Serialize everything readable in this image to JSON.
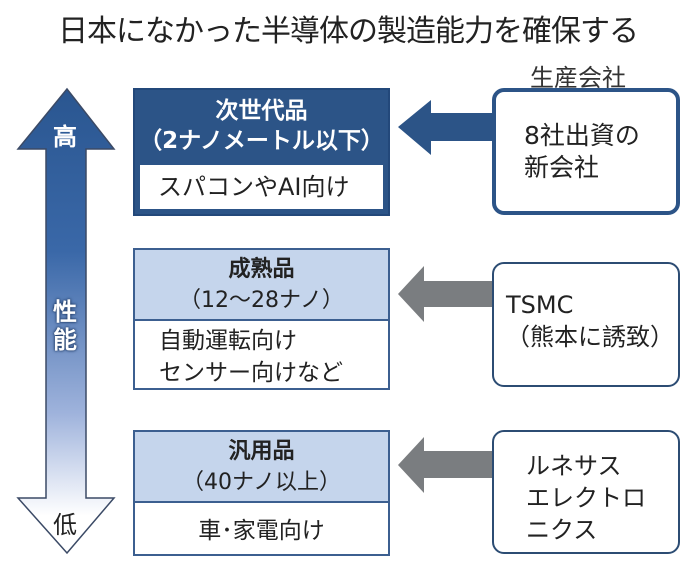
{
  "title": "日本になかった半導体の製造能力を確保する",
  "column_label": "生産会社",
  "performance_axis": {
    "high_label": "高",
    "axis_label": "性能",
    "low_label": "低"
  },
  "tiers": [
    {
      "name": "次世代品",
      "spec": "（2ナノメートル以下）",
      "uses": [
        "スパコンやAI向け"
      ],
      "producer": [
        "8社出資の",
        "新会社"
      ],
      "arrow_color": "#2c5487"
    },
    {
      "name": "成熟品",
      "spec": "（12〜28ナノ）",
      "uses": [
        "自動運転向け",
        "センサー向けなど"
      ],
      "producer": [
        "TSMC",
        "（熊本に誘致）"
      ],
      "arrow_color": "#7a7d80"
    },
    {
      "name": "汎用品",
      "spec": "（40ナノ以上）",
      "uses": [
        "車･家電向け"
      ],
      "producer": [
        "ルネサス",
        "エレクトロ",
        "ニクス"
      ],
      "arrow_color": "#7a7d80"
    }
  ],
  "colors": {
    "primary_blue": "#2c5487",
    "light_blue": "#c5d5ec",
    "gray_arrow": "#7a7d80"
  }
}
